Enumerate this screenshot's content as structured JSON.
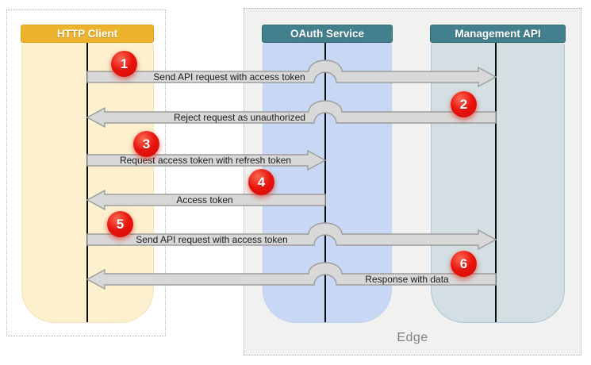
{
  "edge": {
    "label": "Edge"
  },
  "actors": [
    {
      "id": "http_client",
      "name": "HTTP Client"
    },
    {
      "id": "oauth",
      "name": "OAuth Service"
    },
    {
      "id": "mgmt",
      "name": "Management API"
    }
  ],
  "steps": [
    {
      "num": "1",
      "label": "Send API request with access token",
      "from": "http_client",
      "to": "mgmt"
    },
    {
      "num": "2",
      "label": "Reject request as unauthorized",
      "from": "mgmt",
      "to": "http_client"
    },
    {
      "num": "3",
      "label": "Request access token with refresh token",
      "from": "http_client",
      "to": "oauth"
    },
    {
      "num": "4",
      "label": "Access token",
      "from": "oauth",
      "to": "http_client"
    },
    {
      "num": "5",
      "label": "Send API request with access token",
      "from": "http_client",
      "to": "mgmt"
    },
    {
      "num": "6",
      "label": "Response with data",
      "from": "mgmt",
      "to": "http_client"
    }
  ],
  "colors": {
    "client_header": "#edb32c",
    "client_lane": "#fcf0cf",
    "service_header": "#41808c",
    "oauth_lane": "#c8d8f4",
    "management_lane": "#d3dfe2",
    "arrow_fill": "#d8d8d8",
    "arrow_border": "#9c9c9c",
    "step_badge": "#e8140c",
    "edge_background": "#f1f1ef"
  }
}
